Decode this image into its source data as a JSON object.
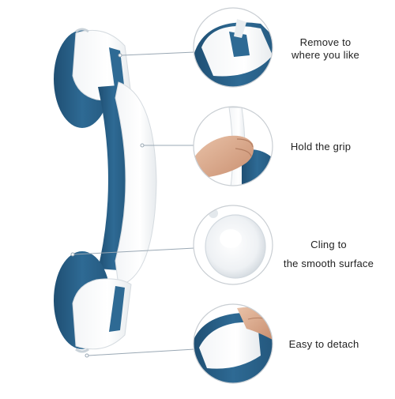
{
  "captions": [
    {
      "lines": [
        "Remove to",
        "where you like"
      ]
    },
    {
      "lines": [
        "Hold the grip"
      ]
    },
    {
      "lines": [
        "Cling to",
        "the smooth surface"
      ]
    },
    {
      "lines": [
        "Easy to detach"
      ]
    }
  ],
  "colors": {
    "handle_blue": "#2e6a94",
    "handle_dark_blue": "#1f4f73",
    "handle_white": "#ffffff",
    "suction_cup": "#dfe4e8",
    "circle_outline": "#c9ced3",
    "connector_line": "#9aa8b4",
    "caption_text": "#222222"
  }
}
